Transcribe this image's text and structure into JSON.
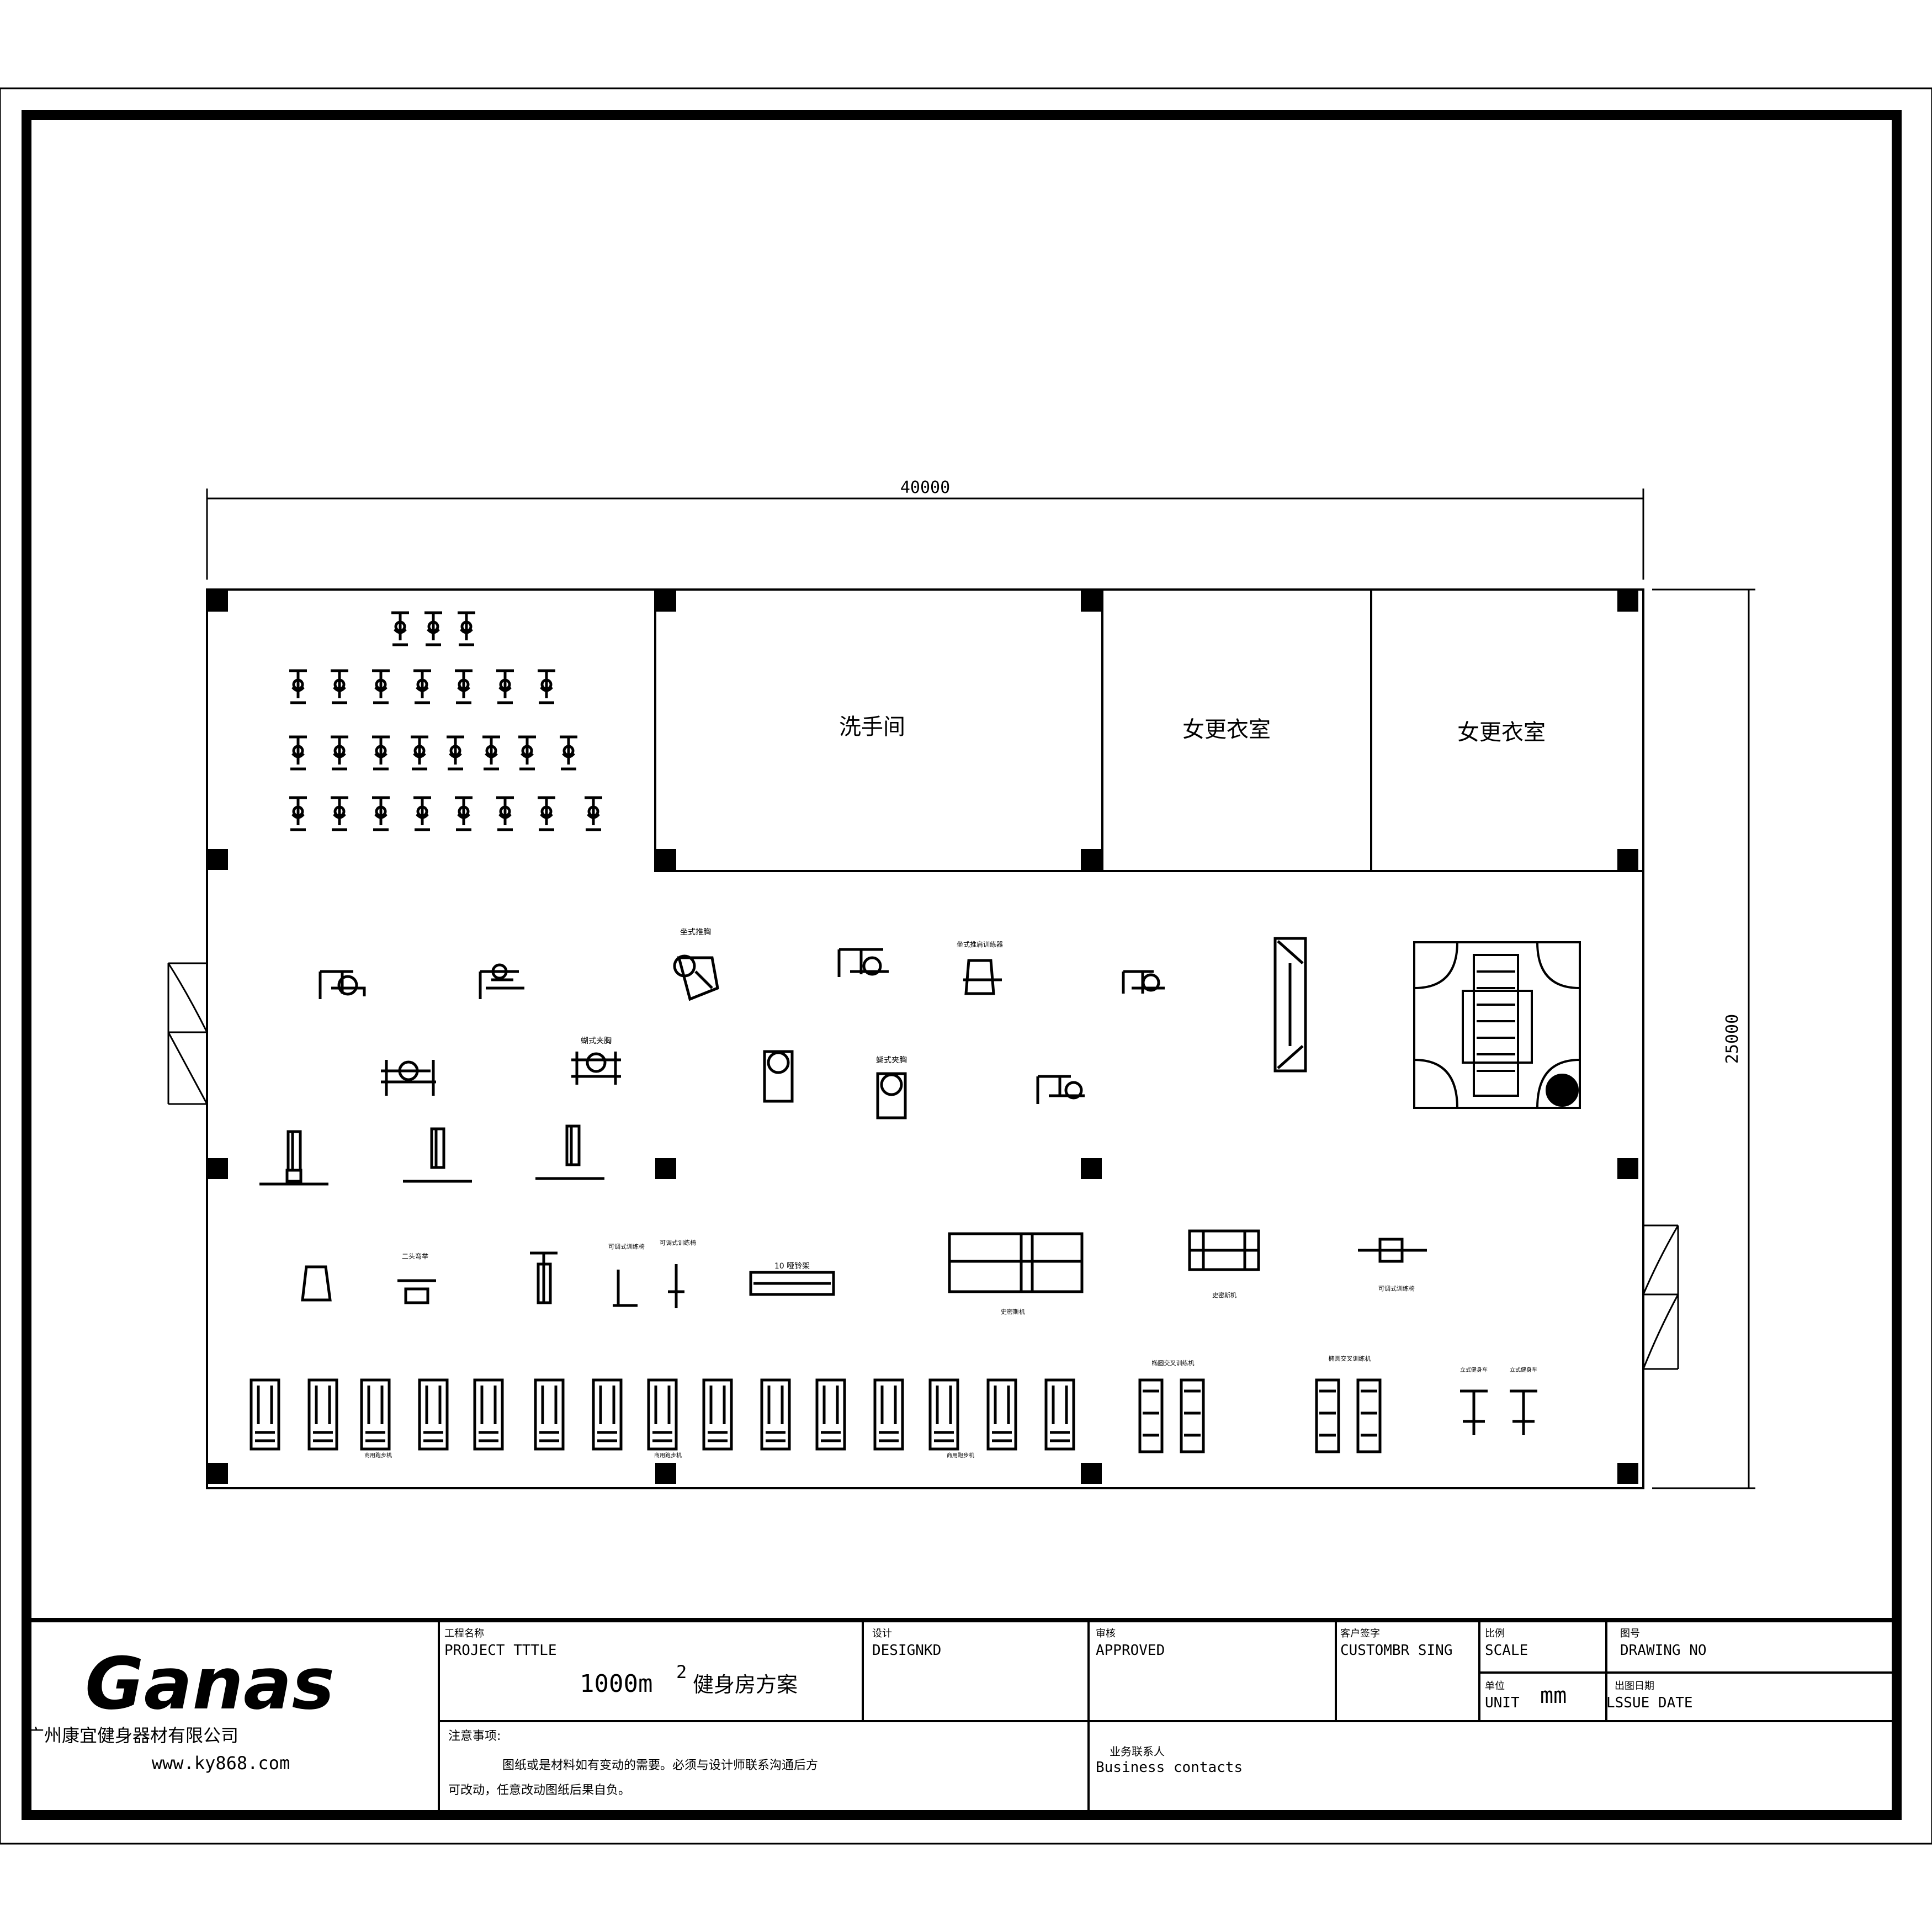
{
  "dimensions": {
    "width_label": "40000",
    "height_label": "25000"
  },
  "rooms": {
    "washroom": "洗手间",
    "locker_a": "女更衣室",
    "locker_b": "女更衣室"
  },
  "equipment_labels": {
    "seated_rower_a": "坐式推胸",
    "seated_pull_b": "坐式推肩训练器",
    "butterfly_a": "蝴式夹胸",
    "butterfly_b": "蝴式夹胸",
    "smith_label": "10 哑铃架",
    "two_head": "二头弯举",
    "adjustable_a": "可调式训练椅",
    "adjustable_b": "可调式训练椅",
    "bench_rack": "史密斯机",
    "multi_rack": "史密斯机",
    "crossover": "可调式训练椅",
    "elliptical_a": "椭圆交叉训练机",
    "elliptical_b": "椭圆交叉训练机",
    "upright_a": "立式健身车",
    "upright_b": "立式健身车",
    "treadmill_a": "商用跑步机",
    "treadmill_b": "商用跑步机",
    "treadmill_c": "商用跑步机"
  },
  "title_block": {
    "company_logo": "Ganas",
    "company_name": "广州康宜健身器材有限公司",
    "website": "www.ky868.com",
    "project_title_cn": "工程名称",
    "project_title_en": "PROJECT TTTLE",
    "project_name": "1000m",
    "project_name_sup": "2",
    "project_name_tail": "健身房方案",
    "design_cn": "设计",
    "design_en": "DESIGNKD",
    "approved_cn": "审核",
    "approved_en": "APPROVED",
    "customer_cn": "客户签字",
    "customer_en": "CUSTOMBR SING",
    "scale_cn": "比例",
    "scale_en": "SCALE",
    "unit_cn": "单位",
    "unit_en": "UNIT",
    "unit_value": "mm",
    "drawing_cn": "图号",
    "drawing_en": "DRAWING NO",
    "issue_cn": "出图日期",
    "issue_en": "LSSUE DATE",
    "notes_title": "注意事项:",
    "notes_line1": "图纸或是材料如有变动的需要。必须与设计师联系沟通后方",
    "notes_line2": "可改动，任意改动图纸后果自负。",
    "contacts_cn": "业务联系人",
    "contacts_en": "Business contacts"
  },
  "colors": {
    "ink": "#000000",
    "paper": "#ffffff"
  }
}
